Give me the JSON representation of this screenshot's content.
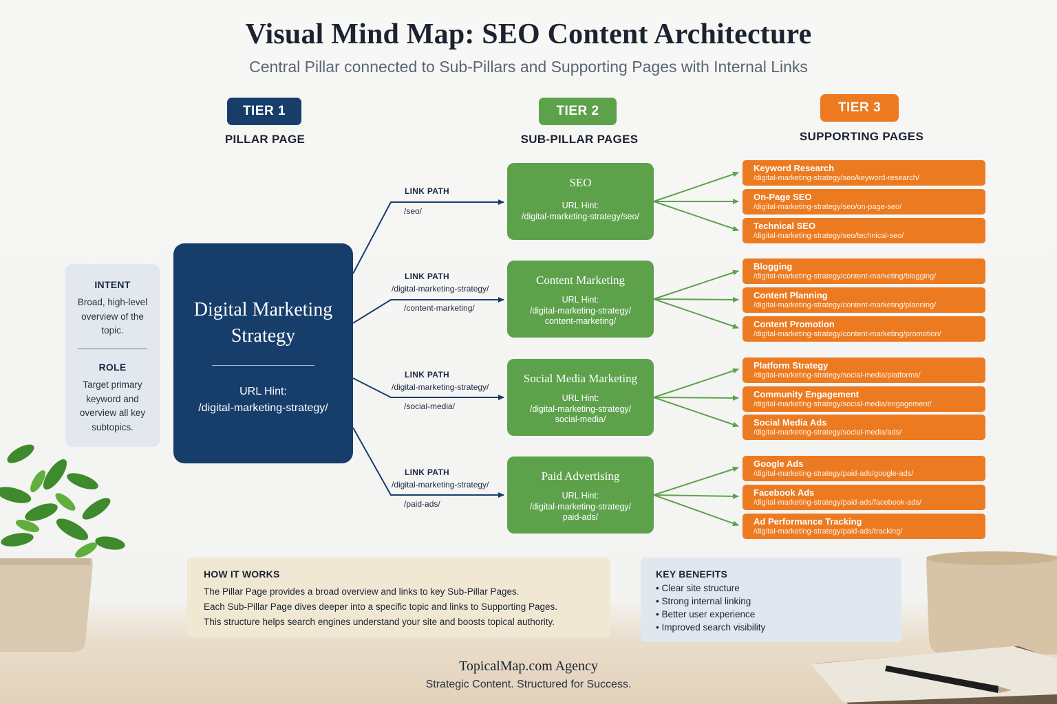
{
  "header": {
    "title": "Visual Mind Map: SEO Content Architecture",
    "subtitle": "Central Pillar connected to Sub-Pillars and Supporting Pages with Internal Links"
  },
  "tiers": [
    {
      "badge": "TIER 1",
      "label": "PILLAR PAGE",
      "color": "#173d6b"
    },
    {
      "badge": "TIER 2",
      "label": "SUB-PILLAR PAGES",
      "color": "#5da24b"
    },
    {
      "badge": "TIER 3",
      "label": "SUPPORTING PAGES",
      "color": "#ec7a21"
    }
  ],
  "side_panel": {
    "intent_head": "INTENT",
    "intent_lines": [
      "Broad, high-level",
      "overview of the",
      "topic."
    ],
    "role_head": "ROLE",
    "role_lines": [
      "Target primary",
      "keyword and",
      "overview all key",
      "subtopics."
    ]
  },
  "pillar": {
    "title_lines": [
      "Digital Marketing",
      "Strategy"
    ],
    "url_label": "URL Hint:",
    "url": "/digital-marketing-strategy/"
  },
  "link_path_label": "LINK PATH",
  "sub_pillars": [
    {
      "title": "SEO",
      "url_label": "URL Hint:",
      "url_lines": [
        "/digital-marketing-strategy/seo/"
      ],
      "path_lines": [
        "/seo/"
      ]
    },
    {
      "title": "Content Marketing",
      "url_label": "URL Hint:",
      "url_lines": [
        "/digital-marketing-strategy/",
        "content-marketing/"
      ],
      "path_lines": [
        "/digital-marketing-strategy/",
        "/content-marketing/"
      ]
    },
    {
      "title": "Social Media Marketing",
      "url_label": "URL Hint:",
      "url_lines": [
        "/digital-marketing-strategy/",
        "social-media/"
      ],
      "path_lines": [
        "/digital-marketing-strategy/",
        "/social-media/"
      ]
    },
    {
      "title": "Paid Advertising",
      "url_label": "URL Hint:",
      "url_lines": [
        "/digital-marketing-strategy/",
        "paid-ads/"
      ],
      "path_lines": [
        "/digital-marketing-strategy/",
        "/paid-ads/"
      ]
    }
  ],
  "supporting": [
    [
      {
        "title": "Keyword Research",
        "url": "/digital-marketing-strategy/seo/keyword-research/"
      },
      {
        "title": "On-Page SEO",
        "url": "/digital-marketing-strategy/seo/on-page-seo/"
      },
      {
        "title": "Technical SEO",
        "url": "/digital-marketing-strategy/seo/technical-seo/"
      }
    ],
    [
      {
        "title": "Blogging",
        "url": "/digital-marketing-strategy/content-marketing/blogging/"
      },
      {
        "title": "Content Planning",
        "url": "/digital-marketing-strategy/content-marketing/planning/"
      },
      {
        "title": "Content Promotion",
        "url": "/digital-marketing-strategy/content-marketing/promotion/"
      }
    ],
    [
      {
        "title": "Platform Strategy",
        "url": "/digital-marketing-strategy/social-media/platforms/"
      },
      {
        "title": "Community Engagement",
        "url": "/digital-marketing-strategy/social-media/engagement/"
      },
      {
        "title": "Social Media Ads",
        "url": "/digital-marketing-strategy/social-media/ads/"
      }
    ],
    [
      {
        "title": "Google Ads",
        "url": "/digital-marketing-strategy/paid-ads/google-ads/"
      },
      {
        "title": "Facebook Ads",
        "url": "/digital-marketing-strategy/paid-ads/facebook-ads/"
      },
      {
        "title": "Ad Performance Tracking",
        "url": "/digital-marketing-strategy/paid-ads/tracking/"
      }
    ]
  ],
  "how_it_works": {
    "head": "HOW IT WORKS",
    "lines": [
      "The Pillar Page provides a broad overview and links to key Sub-Pillar Pages.",
      "Each Sub-Pillar Page dives deeper into a specific topic and links to Supporting Pages.",
      "This structure helps search engines understand your site and boosts topical authority."
    ]
  },
  "key_benefits": {
    "head": "KEY BENEFITS",
    "items": [
      "Clear site structure",
      "Strong internal linking",
      "Better user experience",
      "Improved search visibility"
    ]
  },
  "footer": {
    "brand": "TopicalMap.com Agency",
    "tagline": "Strategic Content. Structured for Success."
  }
}
